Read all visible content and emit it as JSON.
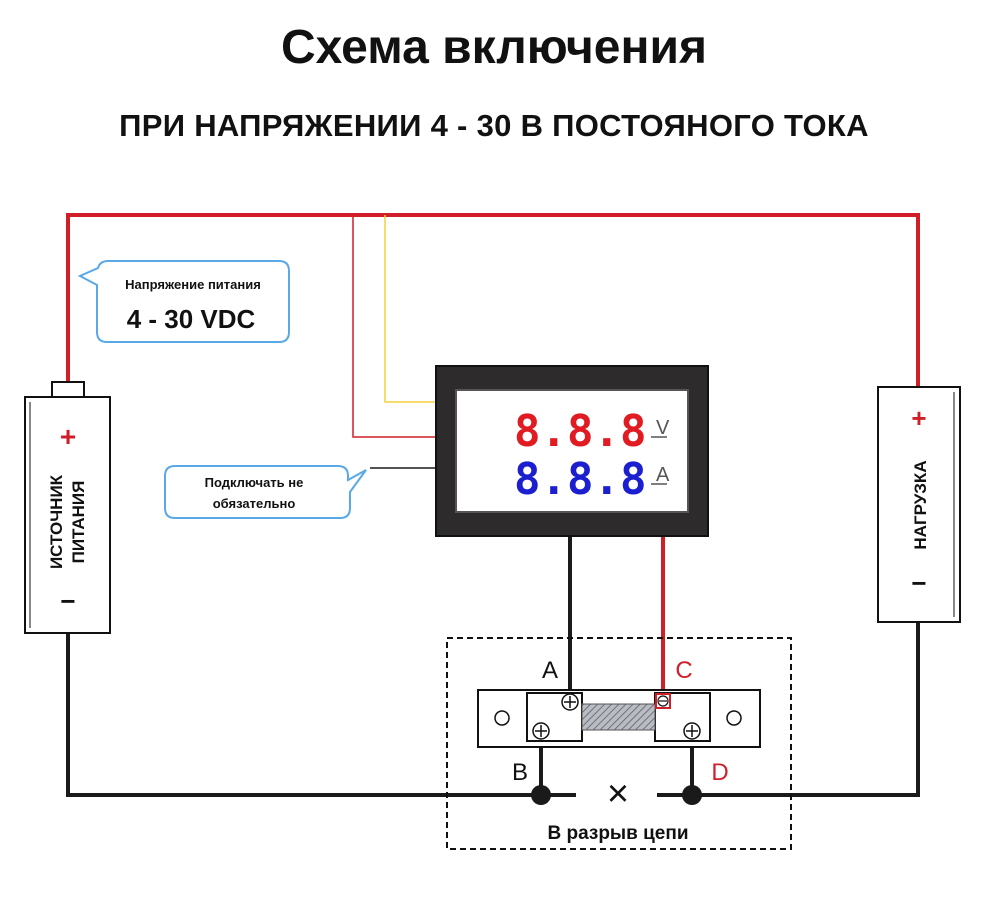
{
  "header": {
    "title": "Схема включения",
    "subtitle": "ПРИ НАПРЯЖЕНИИ 4 - 30 В ПОСТОЯНОГО ТОКА"
  },
  "callout_supply": {
    "line1": "Напряжение питания",
    "line2": "4 - 30 VDC"
  },
  "callout_optional": {
    "line1": "Подключать не",
    "line2": "обязательно"
  },
  "source": {
    "label_line1": "ИСТОЧНИК",
    "label_line2": "ПИТАНИЯ",
    "plus": "+",
    "minus": "−"
  },
  "load": {
    "label": "НАГРУЗКА",
    "plus": "+",
    "minus": "−"
  },
  "meter": {
    "voltage_digits": "8.8.8",
    "current_digits": "8.8.8",
    "voltage_unit": "V",
    "current_unit": "A"
  },
  "shunt": {
    "terminal_a": "A",
    "terminal_b": "B",
    "terminal_c": "C",
    "terminal_d": "D",
    "break_mark": "×",
    "break_label": "В разрыв цепи"
  },
  "colors": {
    "wire_red": "#d11f2a",
    "wire_black": "#1a1a1a",
    "wire_yellow": "#f3d23a",
    "voltage_red": "#e11b22",
    "current_blue": "#1c1fcf",
    "callout_border": "#5aa9e6"
  }
}
